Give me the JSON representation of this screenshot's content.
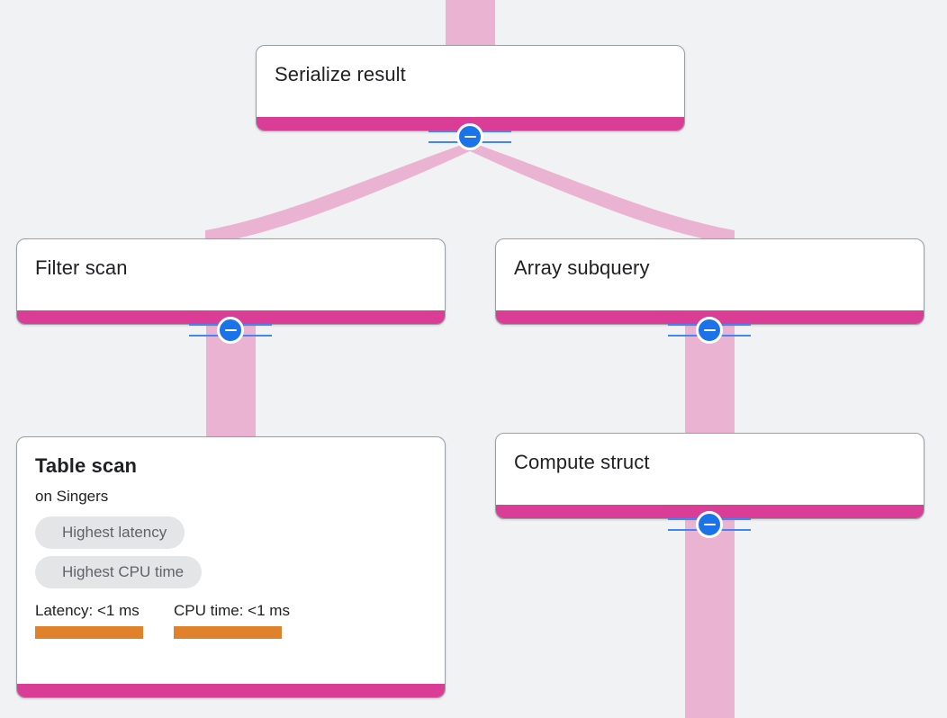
{
  "canvas": {
    "background_color": "#f1f2f4",
    "edge_color": "#eab3d1",
    "node_accent_color": "#d93d95",
    "toggle_color": "#1a73e8",
    "metric_bar_color": "#e0822c",
    "chip_background_color": "#e4e5e7"
  },
  "nodes": [
    {
      "id": "serialize-result",
      "title": "Serialize result",
      "title_weight": "regular"
    },
    {
      "id": "filter-scan",
      "title": "Filter scan",
      "title_weight": "regular"
    },
    {
      "id": "array-subquery",
      "title": "Array subquery",
      "title_weight": "regular"
    },
    {
      "id": "table-scan",
      "title": "Table scan",
      "title_weight": "medium",
      "subtitle": "on Singers",
      "chips": [
        "Highest latency",
        "Highest CPU time"
      ],
      "metrics": [
        {
          "label": "Latency: <1 ms",
          "bar_fill_percent": 100
        },
        {
          "label": "CPU time: <1 ms",
          "bar_fill_percent": 100
        }
      ]
    },
    {
      "id": "compute-struct",
      "title": "Compute struct",
      "title_weight": "regular"
    }
  ],
  "collapse_toggles": [
    {
      "id": "toggle-serialize-result",
      "icon": "minus-circle-icon",
      "state": "expanded"
    },
    {
      "id": "toggle-filter-scan",
      "icon": "minus-circle-icon",
      "state": "expanded"
    },
    {
      "id": "toggle-array-subquery",
      "icon": "minus-circle-icon",
      "state": "expanded"
    },
    {
      "id": "toggle-compute-struct",
      "icon": "minus-circle-icon",
      "state": "expanded"
    }
  ]
}
